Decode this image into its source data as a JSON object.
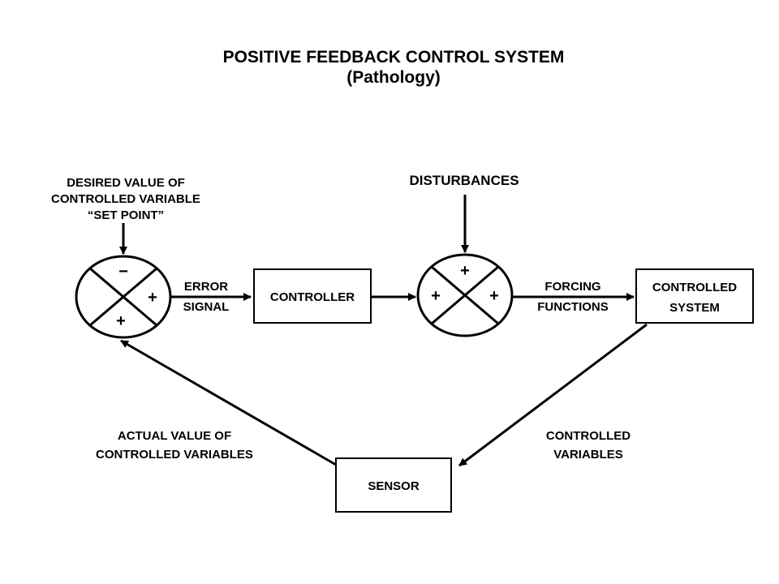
{
  "title": "POSITIVE FEEDBACK CONTROL SYSTEM",
  "subtitle": "(Pathology)",
  "set_point_label": [
    "DESIRED VALUE OF",
    "CONTROLLED VARIABLE",
    "“SET POINT”"
  ],
  "disturbances_label": "DISTURBANCES",
  "error_signal_label": [
    "ERROR",
    "SIGNAL"
  ],
  "forcing_functions_label": [
    "FORCING",
    "FUNCTIONS"
  ],
  "controlled_variables_label": [
    "CONTROLLED",
    "VARIABLES"
  ],
  "actual_value_label": [
    "ACTUAL VALUE OF",
    "CONTROLLED VARIABLES"
  ],
  "blocks": {
    "controller": "CONTROLLER",
    "controlled_system": [
      "CONTROLLED",
      "SYSTEM"
    ],
    "sensor": "SENSOR"
  },
  "junction_1": {
    "top": "−",
    "right": "+",
    "bottom": "+"
  },
  "junction_2": {
    "top": "+",
    "left": "+",
    "right": "+"
  }
}
